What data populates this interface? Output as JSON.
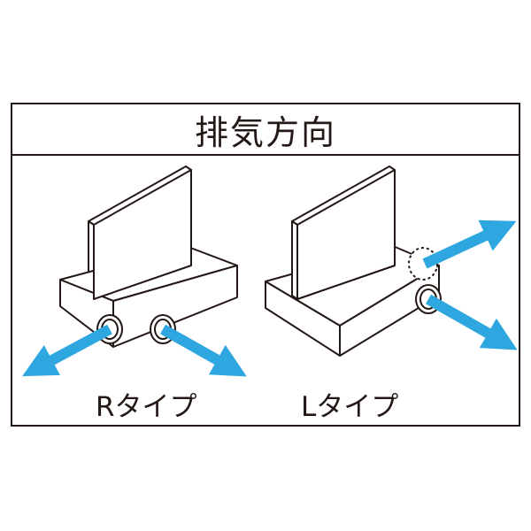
{
  "title": "排気方向",
  "types": {
    "r_label": "Rタイプ",
    "l_label": "Lタイプ"
  },
  "colors": {
    "line": "#231815",
    "arrow": "#2ea7e0",
    "plate": "#ffffff"
  }
}
